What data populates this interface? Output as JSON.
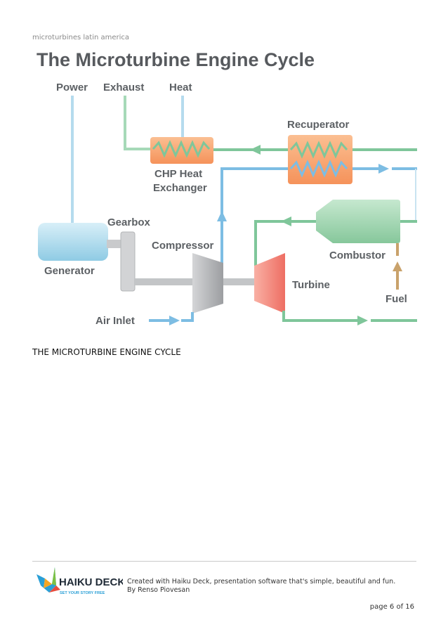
{
  "header": {
    "text": "microturbines latin america"
  },
  "diagram": {
    "title": "The Microturbine Engine Cycle",
    "labels": {
      "power": "Power",
      "exhaust": "Exhaust",
      "heat": "Heat",
      "recuperator": "Recuperator",
      "chp_line1": "CHP Heat",
      "chp_line2": "Exchanger",
      "gearbox": "Gearbox",
      "compressor": "Compressor",
      "generator": "Generator",
      "combustor": "Combustor",
      "turbine": "Turbine",
      "fuel": "Fuel",
      "air_inlet": "Air Inlet"
    },
    "colors": {
      "title": "#575a5e",
      "label": "#5c6064",
      "green_flow": "#7fc69a",
      "blue_flow": "#7dbde3",
      "heat_exchanger": "#f7a06a",
      "generator": "#a9d8ec",
      "combustor": "#9dd4ae",
      "turbine": "#f28478",
      "gray_part": "#bfc1c3",
      "fuel": "#c9a26b"
    }
  },
  "caption": {
    "text": "THE MICROTURBINE ENGINE CYCLE"
  },
  "footer": {
    "logo_text": "HAIKU DECK",
    "logo_tagline": "SET YOUR STORY FREE",
    "credit_line1": "Created with Haiku Deck, presentation software that's simple, beautiful and fun.",
    "credit_line2": "By Renso Piovesan",
    "page_label": "page 6 of 16"
  }
}
